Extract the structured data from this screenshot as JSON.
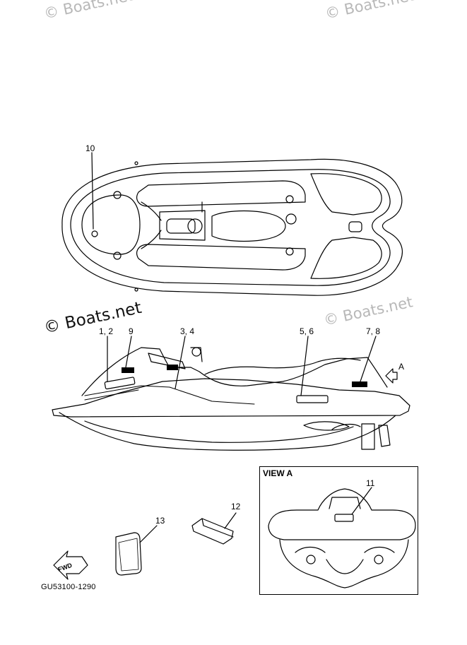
{
  "watermarks": {
    "top_left": "© Boats.net",
    "top_right": "© Boats.net",
    "middle": "© Boats.net",
    "middle_right": "© Boats.net"
  },
  "callouts": {
    "c10": "10",
    "c1_2": "1, 2",
    "c9": "9",
    "c3_4": "3, 4",
    "c5_6": "5, 6",
    "c7_8": "7, 8",
    "cA": "A",
    "c11": "11",
    "c12": "12",
    "c13": "13"
  },
  "view_label": "VIEW A",
  "fwd_label": "FWD",
  "part_code": "GU53100-1290"
}
